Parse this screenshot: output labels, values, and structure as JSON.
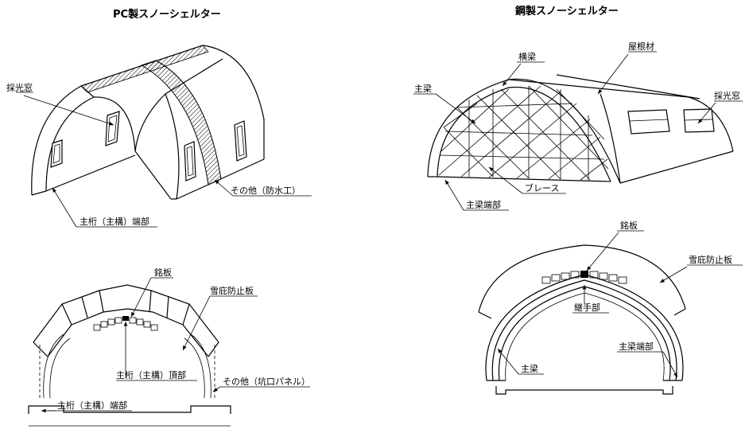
{
  "titles": {
    "pc": "PC製スノーシェルター",
    "steel": "鋼製スノーシェルター"
  },
  "labels": {
    "pc_skylight": "採光窓",
    "pc_other_waterproof": "その他（防水工）",
    "pc_main_girder_end": "主桁（主構）端部",
    "pc_nameplate": "銘板",
    "pc_snow_guard": "雪庇防止板",
    "pc_main_girder_top": "主桁（主構）頂部",
    "pc_other_portal": "その他（坑口パネル）",
    "pc_main_girder_end_section": "主桁（主構）端部",
    "steel_cross_beam": "横梁",
    "steel_roof": "屋根材",
    "steel_main_beam": "主梁",
    "steel_skylight": "採光窓",
    "steel_brace": "ブレース",
    "steel_main_beam_end": "主梁端部",
    "steel_nameplate": "銘板",
    "steel_snow_guard": "雪庇防止板",
    "steel_joint": "継手部",
    "steel_main_beam_section": "主梁",
    "steel_main_beam_end_section": "主梁端部"
  }
}
